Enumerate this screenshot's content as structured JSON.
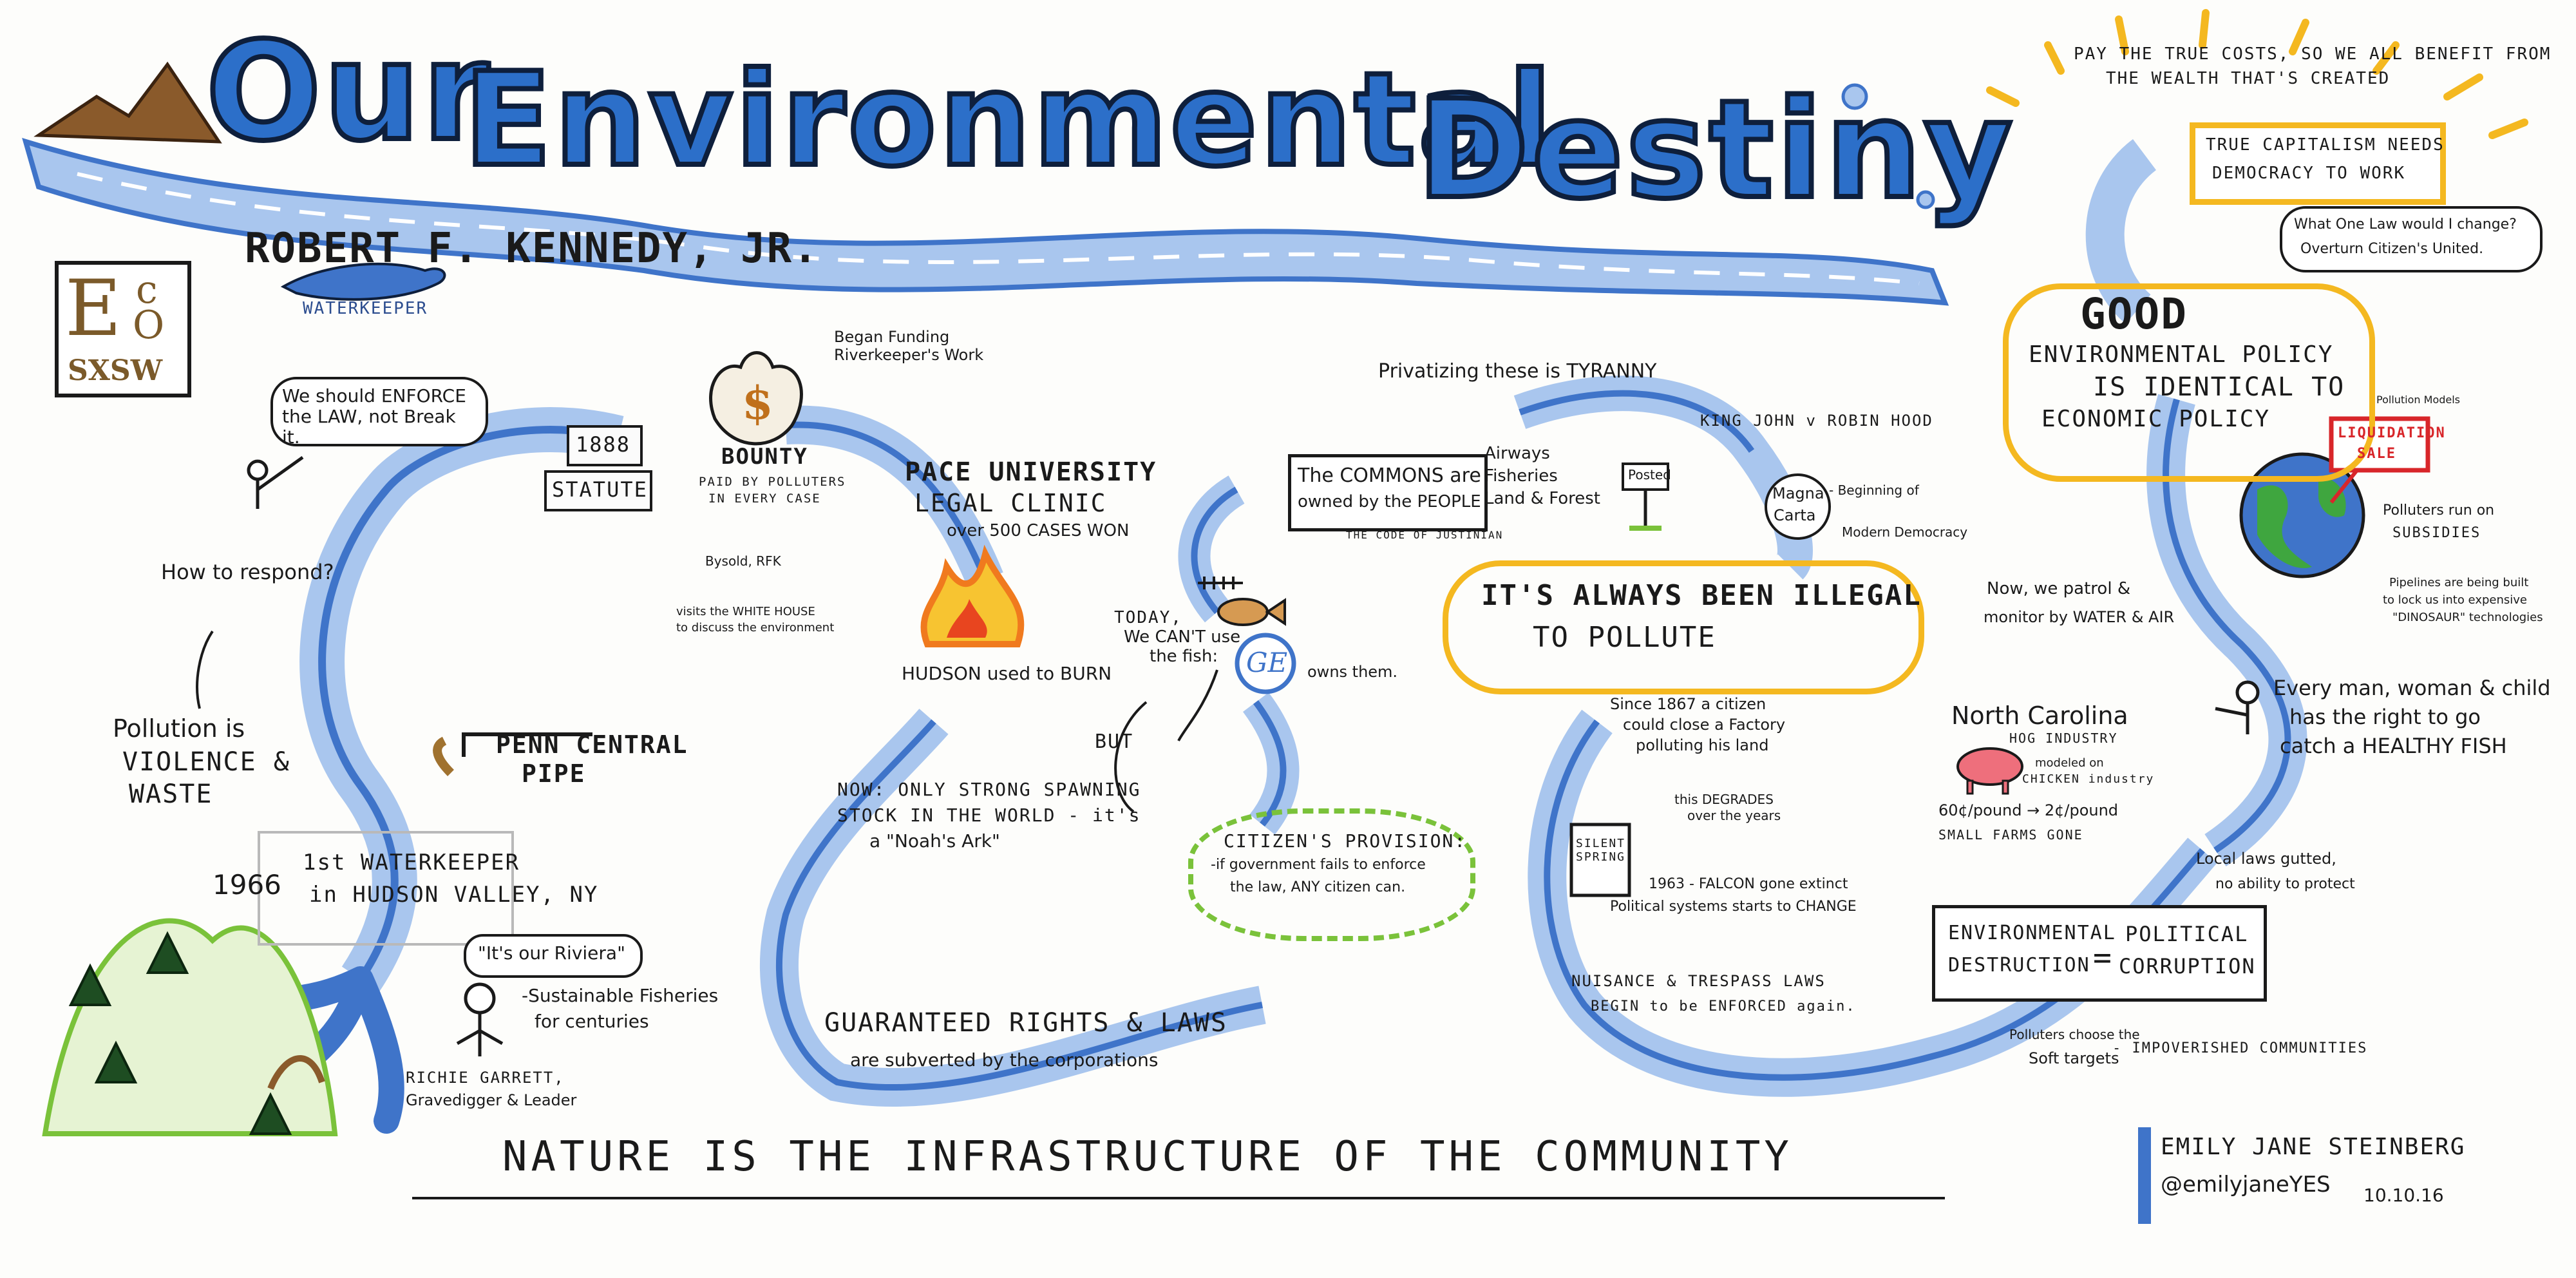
{
  "title": {
    "w1": "Our",
    "w2": "Environmental",
    "w3": "Destiny"
  },
  "speaker": "ROBERT F. KENNEDY, JR.",
  "waterkeeper": "WATERKEEPER",
  "eco_logo": {
    "e": "E",
    "c": "c",
    "o": "O",
    "sub": "SXSW"
  },
  "left": {
    "enforce": "We should ENFORCE the LAW, not Break it.",
    "year_1888": "1888",
    "statute": "STATUTE",
    "bounty": "BOUNTY",
    "bounty_sub1": "PAID BY POLLUTERS",
    "bounty_sub2": "IN EVERY CASE",
    "began_funding": "Began Funding Riverkeeper's Work",
    "how_respond": "How to respond?",
    "pollution1": "Pollution is",
    "pollution2": "VIOLENCE &",
    "pollution3": "WASTE",
    "penn1": "PENN CENTRAL",
    "penn2": "PIPE",
    "year_1966": "1966",
    "first_wk1": "1st WATERKEEPER",
    "first_wk2": "in HUDSON VALLEY, NY",
    "riviera": "\"It's our Riviera\"",
    "fisheries1": "-Sustainable Fisheries",
    "fisheries2": "for centuries",
    "richie1": "RICHIE GARRETT,",
    "richie2": "Gravedigger & Leader",
    "bysold1": "Bysold, RFK",
    "bysold2": "visits the WHITE HOUSE",
    "bysold3": "to discuss the environment"
  },
  "center": {
    "pace1": "PACE UNIVERSITY",
    "pace2": "LEGAL CLINIC",
    "pace3": "over 500 CASES WON",
    "hudson": "HUDSON used to BURN",
    "today1": "TODAY,",
    "today2": "We CAN'T use",
    "today3": "the fish:",
    "ge": "GE",
    "owns": "owns them.",
    "but": "BUT",
    "now1": "NOW: ONLY STRONG SPAWNING",
    "now2": "STOCK IN THE WORLD - it's",
    "now3": "a \"Noah's Ark\"",
    "citizen1": "CITIZEN'S PROVISION:",
    "citizen2": "-if government fails to enforce",
    "citizen3": "the law, ANY citizen can.",
    "guaranteed1": "GUARANTEED RIGHTS & LAWS",
    "guaranteed2": "are subverted by the corporations",
    "tyranny": "Privatizing these is TYRANNY",
    "commons1": "The COMMONS are",
    "commons2": "owned by the PEOPLE",
    "justinian": "THE CODE OF JUSTINIAN",
    "airways1": "Airways",
    "airways2": "Fisheries",
    "airways3": "Land & Forest",
    "posted": "Posted",
    "king": "KING JOHN v ROBIN HOOD",
    "magna1": "Magna",
    "magna2": "Carta",
    "beginning1": "- Beginning of",
    "beginning2": "Modern Democracy",
    "illegal1": "IT'S ALWAYS BEEN ILLEGAL",
    "illegal2": "TO POLLUTE",
    "since1": "Since 1867 a citizen",
    "since2": "could close a Factory",
    "since3": "polluting his land",
    "degrades1": "this DEGRADES",
    "degrades2": "over the years",
    "silent": "SILENT SPRING",
    "falcon1": "1963 - FALCON gone extinct",
    "falcon2": "Political systems starts to CHANGE",
    "nuisance1": "NUISANCE & TRESPASS LAWS",
    "nuisance2": "BEGIN to be ENFORCED again."
  },
  "right": {
    "true_costs1": "PAY THE TRUE COSTS, SO WE ALL BENEFIT FROM",
    "true_costs2": "THE WEALTH THAT'S CREATED",
    "capitalism1": "TRUE CAPITALISM NEEDS",
    "capitalism2": "DEMOCRACY TO WORK",
    "one_law1": "What One Law would I change?",
    "one_law2": "Overturn Citizen's United.",
    "good1": "GOOD",
    "good2": "ENVIRONMENTAL POLICY",
    "good3": "IS IDENTICAL TO",
    "good4": "ECONOMIC POLICY",
    "pollution_models": "Pollution Models",
    "liquidation1": "LIQUIDATION",
    "liquidation2": "SALE",
    "subsidies1": "Polluters run on",
    "subsidies2": "SUBSIDIES",
    "pipelines1": "Pipelines are being built",
    "pipelines2": "to lock us into expensive",
    "pipelines3": "\"DINOSAUR\" technologies",
    "patrol1": "Now, we patrol &",
    "patrol2": "monitor by WATER & AIR",
    "every1": "Every man, woman & child",
    "every2": "has the right to go",
    "every3": "catch a HEALTHY FISH",
    "nc1": "North Carolina",
    "nc2": "HOG INDUSTRY",
    "nc3": "modeled on",
    "nc4": "CHICKEN industry",
    "nc5": "60¢/pound → 2¢/pound",
    "nc6": "SMALL FARMS GONE",
    "local1": "Local laws gutted,",
    "local2": "no ability to protect",
    "env1": "ENVIRONMENTAL",
    "env2": "DESTRUCTION",
    "eq": "=",
    "pol1": "POLITICAL",
    "pol2": "CORRUPTION",
    "soft1": "Polluters choose the",
    "soft2": "Soft targets",
    "impov": "- IMPOVERISHED COMMUNITIES"
  },
  "footer": {
    "nature": "NATURE IS THE INFRASTRUCTURE OF THE COMMUNITY",
    "artist": "EMILY JANE STEINBERG",
    "handle": "@emilyjaneYES",
    "date": "10.10.16"
  },
  "colors": {
    "river": "#3f74c9",
    "river_light": "#a9c6ee",
    "title_dark": "#0e1f3c",
    "title_blue": "#2c6fc9",
    "yellow": "#f4b820",
    "green": "#7ac23a",
    "fire": "#f07a1e",
    "mountain": "#8a5a2b"
  }
}
